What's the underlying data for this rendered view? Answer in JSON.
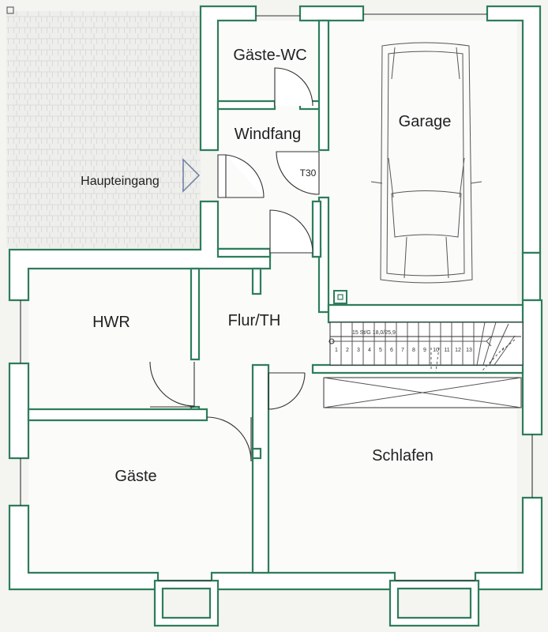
{
  "rooms": {
    "guest_wc": "Gäste-WC",
    "windfang": "Windfang",
    "garage": "Garage",
    "hwr": "HWR",
    "flur": "Flur/TH",
    "gaeste": "Gäste",
    "schlafen": "Schlafen"
  },
  "labels": {
    "entrance": "Haupteingang",
    "fire_door": "T30",
    "stair_spec": "15 St/G 18,0/25,9"
  },
  "stair_numbers": [
    "1",
    "2",
    "3",
    "4",
    "5",
    "6",
    "7",
    "8",
    "9",
    "10",
    "11",
    "12",
    "13"
  ],
  "colors": {
    "wall_outline": "#2e7d5b",
    "wall_fill": "#ffffff",
    "paving": "#e6e6e6"
  }
}
